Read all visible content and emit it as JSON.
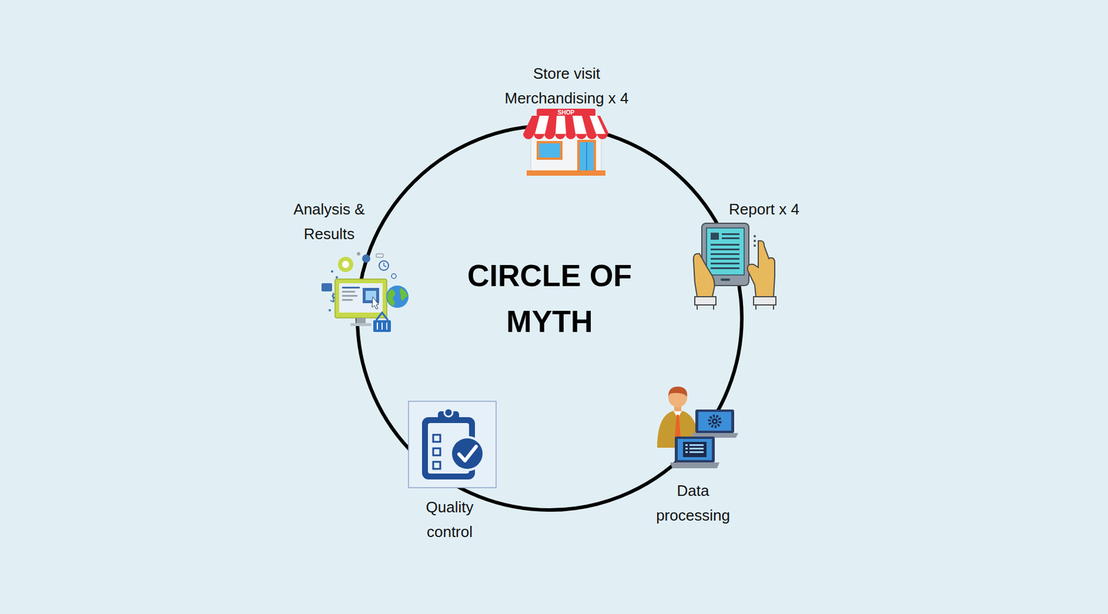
{
  "diagram": {
    "nodes": [
      {
        "text": [
          "CIRCLE OF MYTH"
        ]
      }
    ],
    "labels": [
      "SHOP",
      "Store visit Merchandising x 4",
      "Report x 4",
      "Data processing",
      "Quality control",
      "Analysis & Results"
    ]
  }
}
